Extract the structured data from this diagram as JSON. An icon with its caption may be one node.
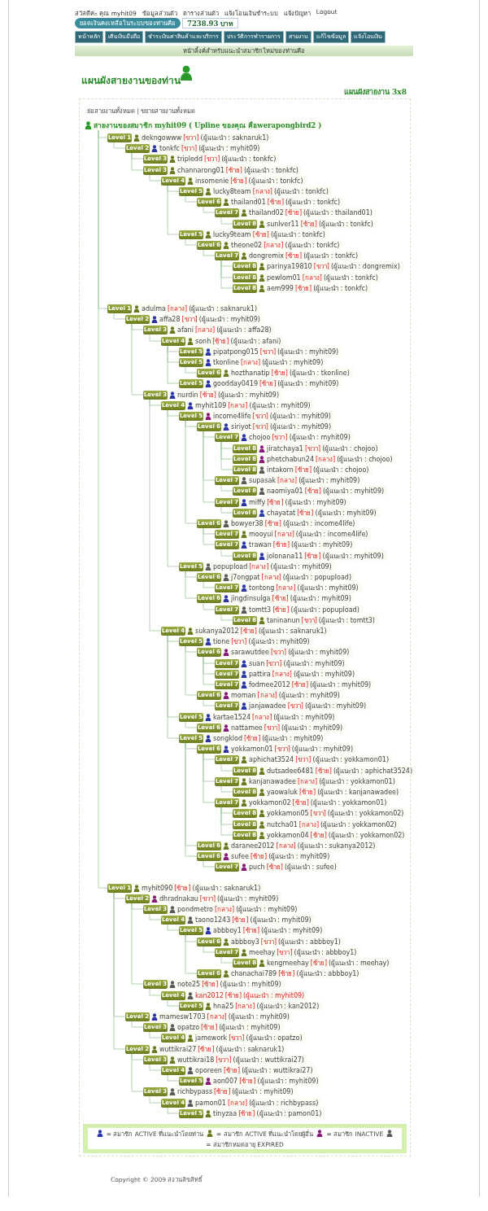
{
  "diagram": {
    "title": "แผนผังสายงานของท่าน",
    "nodes": [
      {
        "text": [
          "สายงานของสมาชิก myhit09 ( Upline ของคุณ คือwerapongbird2 )"
        ]
      },
      {
        "text": [
          "Level 1",
          "dekngowww",
          "[ขวา]",
          "(ผู้แนะนำ : saknaruk1)"
        ]
      },
      {
        "text": [
          "Level 2",
          "tonkfc",
          "[ขวา]",
          "(ผู้แนะนำ : myhit09)"
        ]
      },
      {
        "text": [
          "Level 3",
          "tripledd",
          "[ขวา]",
          "(ผู้แนะนำ : tonkfc)"
        ]
      },
      {
        "text": [
          "Level 3",
          "channarong01",
          "[ซ้าย]",
          "(ผู้แนะนำ : tonkfc)"
        ]
      },
      {
        "text": [
          "Level 4",
          "insomenie",
          "[ซ้าย]",
          "(ผู้แนะนำ : tonkfc)"
        ]
      },
      {
        "text": [
          "Level 5",
          "lucky8team",
          "[กลาง]",
          "(ผู้แนะนำ : tonkfc)"
        ]
      },
      {
        "text": [
          "Level 6",
          "thailand01",
          "[ซ้าย]",
          "(ผู้แนะนำ : tonkfc)"
        ]
      },
      {
        "text": [
          "Level 7",
          "thailand02",
          "[ซ้าย]",
          "(ผู้แนะนำ : thailand01)"
        ]
      },
      {
        "text": [
          "Level 8",
          "sunlver11",
          "[ซ้าย]",
          "(ผู้แนะนำ : tonkfc)"
        ]
      },
      {
        "text": [
          "Level 5",
          "lucky9team",
          "[ซ้าย]",
          "(ผู้แนะนำ : tonkfc)"
        ]
      },
      {
        "text": [
          "Level 6",
          "theone02",
          "[กลาง]",
          "(ผู้แนะนำ : tonkfc)"
        ]
      },
      {
        "text": [
          "Level 7",
          "dongremix",
          "[ซ้าย]",
          "(ผู้แนะนำ : tonkfc)"
        ]
      },
      {
        "text": [
          "Level 8",
          "parinya19810",
          "[ขวา]",
          "(ผู้แนะนำ : dongremix)"
        ]
      },
      {
        "text": [
          "Level 8",
          "pewlom01",
          "[กลาง]",
          "(ผู้แนะนำ : tonkfc)"
        ]
      },
      {
        "text": [
          "Level 8",
          "aem999",
          "[ซ้าย]",
          "(ผู้แนะนำ : tonkfc)"
        ]
      },
      {
        "text": [
          "Level 1",
          "adulma",
          "[กลาง]",
          "(ผู้แนะนำ : saknaruk1)"
        ]
      },
      {
        "text": [
          "Level 2",
          "affa28",
          "[ขวา]",
          "(ผู้แนะนำ : myhit09)"
        ]
      },
      {
        "text": [
          "Level 3",
          "afani",
          "[กลาง]",
          "(ผู้แนะนำ : affa28)"
        ]
      },
      {
        "text": [
          "Level 4",
          "sonh",
          "[ซ้าย]",
          "(ผู้แนะนำ : afani)"
        ]
      },
      {
        "text": [
          "Level 5",
          "pipatpong015",
          "[ขวา]",
          "(ผู้แนะนำ : myhit09)"
        ]
      },
      {
        "text": [
          "Level 5",
          "tkonline",
          "[กลาง]",
          "(ผู้แนะนำ : myhit09)"
        ]
      },
      {
        "text": [
          "Level 6",
          "hozthanatip",
          "[ซ้าย]",
          "(ผู้แนะนำ : tkonline)"
        ]
      },
      {
        "text": [
          "Level 5",
          "goodday0419",
          "[ซ้าย]",
          "(ผู้แนะนำ : myhit09)"
        ]
      },
      {
        "text": [
          "Level 3",
          "nurdin",
          "[ซ้าย]",
          "(ผู้แนะนำ : myhit09)"
        ]
      },
      {
        "text": [
          "Level 4",
          "myhit109",
          "[กลาง]",
          "(ผู้แนะนำ : myhit09)"
        ]
      },
      {
        "text": [
          "Level 5",
          "income4life",
          "[ขวา]",
          "(ผู้แนะนำ : myhit09)"
        ]
      },
      {
        "text": [
          "Level 6",
          "siriyot",
          "[ขวา]",
          "(ผู้แนะนำ : myhit09)"
        ]
      },
      {
        "text": [
          "Level 7",
          "chojoo",
          "[ขวา]",
          "(ผู้แนะนำ : myhit09)"
        ]
      },
      {
        "text": [
          "Level 8",
          "jiratchaya1",
          "[ขวา]",
          "(ผู้แนะนำ : chojoo)"
        ]
      },
      {
        "text": [
          "Level 8",
          "phetchabun24",
          "[กลาง]",
          "(ผู้แนะนำ : chojoo)"
        ]
      },
      {
        "text": [
          "Level 8",
          "intakorn",
          "[ซ้าย]",
          "(ผู้แนะนำ : chojoo)"
        ]
      },
      {
        "text": [
          "Level 7",
          "supasak",
          "[กลาง]",
          "(ผู้แนะนำ : myhit09)"
        ]
      },
      {
        "text": [
          "Level 8",
          "naomiya01",
          "[ซ้าย]",
          "(ผู้แนะนำ : myhit09)"
        ]
      },
      {
        "text": [
          "Level 7",
          "miffy",
          "[ซ้าย]",
          "(ผู้แนะนำ : myhit09)"
        ]
      },
      {
        "text": [
          "Level 8",
          "chayatat",
          "[ซ้าย]",
          "(ผู้แนะนำ : myhit09)"
        ]
      },
      {
        "text": [
          "Level 6",
          "bowyer38",
          "[ซ้าย]",
          "(ผู้แนะนำ : income4life)"
        ]
      },
      {
        "text": [
          "Level 7",
          "mooyui",
          "[กลาง]",
          "(ผู้แนะนำ : income4life)"
        ]
      },
      {
        "text": [
          "Level 7",
          "trawan",
          "[ซ้าย]",
          "(ผู้แนะนำ : myhit09)"
        ]
      },
      {
        "text": [
          "Level 8",
          "jolonana11",
          "[ซ้าย]",
          "(ผู้แนะนำ : myhit09)"
        ]
      },
      {
        "text": [
          "Level 5",
          "popupload",
          "[กลาง]",
          "(ผู้แนะนำ : myhit09)"
        ]
      },
      {
        "text": [
          "Level 6",
          "j7ongpat",
          "[กลาง]",
          "(ผู้แนะนำ : popupload)"
        ]
      },
      {
        "text": [
          "Level 7",
          "tontong",
          "[กลาง]",
          "(ผู้แนะนำ : myhit09)"
        ]
      },
      {
        "text": [
          "Level 6",
          "jingdinsulga",
          "[ซ้าย]",
          "(ผู้แนะนำ : myhit09)"
        ]
      },
      {
        "text": [
          "Level 7",
          "tomtt3",
          "[ซ้าย]",
          "(ผู้แนะนำ : popupload)"
        ]
      },
      {
        "text": [
          "Level 8",
          "taninanun",
          "[ขวา]",
          "(ผู้แนะนำ : tomtt3)"
        ]
      },
      {
        "text": [
          "Level 4",
          "sukanya2012",
          "[ซ้าย]",
          "(ผู้แนะนำ : saknaruk1)"
        ]
      },
      {
        "text": [
          "Level 5",
          "tione",
          "[ขวา]",
          "(ผู้แนะนำ : myhit09)"
        ]
      },
      {
        "text": [
          "Level 6",
          "sarawutdee",
          "[ขวา]",
          "(ผู้แนะนำ : myhit09)"
        ]
      },
      {
        "text": [
          "Level 7",
          "suan",
          "[ขวา]",
          "(ผู้แนะนำ : myhit09)"
        ]
      },
      {
        "text": [
          "Level 7",
          "pattira",
          "[กลาง]",
          "(ผู้แนะนำ : myhit09)"
        ]
      },
      {
        "text": [
          "Level 7",
          "fodmee2012",
          "[ซ้าย]",
          "(ผู้แนะนำ : myhit09)"
        ]
      },
      {
        "text": [
          "Level 6",
          "moman",
          "[กลาง]",
          "(ผู้แนะนำ : myhit09)"
        ]
      },
      {
        "text": [
          "Level 7",
          "janjawadee",
          "[ขวา]",
          "(ผู้แนะนำ : myhit09)"
        ]
      },
      {
        "text": [
          "Level 5",
          "kartae1524",
          "[กลาง]",
          "(ผู้แนะนำ : myhit09)"
        ]
      },
      {
        "text": [
          "Level 6",
          "nattamee",
          "[ขวา]",
          "(ผู้แนะนำ : myhit09)"
        ]
      },
      {
        "text": [
          "Level 5",
          "songklod",
          "[ซ้าย]",
          "(ผู้แนะนำ : myhit09)"
        ]
      },
      {
        "text": [
          "Level 6",
          "yokkamon01",
          "[ขวา]",
          "(ผู้แนะนำ : myhit09)"
        ]
      },
      {
        "text": [
          "Level 7",
          "aphichat3524",
          "[ขวา]",
          "(ผู้แนะนำ : yokkamon01)"
        ]
      },
      {
        "text": [
          "Level 8",
          "dutsadee6481",
          "[ซ้าย]",
          "(ผู้แนะนำ : aphichat3524)"
        ]
      },
      {
        "text": [
          "Level 7",
          "kanjanawadee",
          "[กลาง]",
          "(ผู้แนะนำ : yokkamon01)"
        ]
      },
      {
        "text": [
          "Level 8",
          "yaowaluk",
          "[ซ้าย]",
          "(ผู้แนะนำ : kanjanawadee)"
        ]
      },
      {
        "text": [
          "Level 7",
          "yokkamon02",
          "[ซ้าย]",
          "(ผู้แนะนำ : yokkamon01)"
        ]
      },
      {
        "text": [
          "Level 8",
          "yokkamon05",
          "[ขวา]",
          "(ผู้แนะนำ : yokkamon02)"
        ]
      },
      {
        "text": [
          "Level 8",
          "nutcha01",
          "[กลาง]",
          "(ผู้แนะนำ : yokkamon02)"
        ]
      },
      {
        "text": [
          "Level 8",
          "yokkamon04",
          "[ซ้าย]",
          "(ผู้แนะนำ : yokkamon02)"
        ]
      },
      {
        "text": [
          "Level 6",
          "daranee2012",
          "[กลาง]",
          "(ผู้แนะนำ : sukanya2012)"
        ]
      },
      {
        "text": [
          "Level 6",
          "sufee",
          "[ซ้าย]",
          "(ผู้แนะนำ : myhit09)"
        ]
      },
      {
        "text": [
          "Level 7",
          "puch",
          "[ซ้าย]",
          "(ผู้แนะนำ : sufee)"
        ]
      },
      {
        "text": [
          "Level 1",
          "myhit090",
          "[ซ้าย]",
          "(ผู้แนะนำ : saknaruk1)"
        ]
      },
      {
        "text": [
          "Level 2",
          "dhradnakau",
          "[ขวา]",
          "(ผู้แนะนำ : myhit09)"
        ]
      },
      {
        "text": [
          "Level 3",
          "pondmetro",
          "[กลาง]",
          "(ผู้แนะนำ : myhit09)"
        ]
      },
      {
        "text": [
          "Level 4",
          "taono1243",
          "[ซ้าย]",
          "(ผู้แนะนำ : myhit09)"
        ]
      },
      {
        "text": [
          "Level 5",
          "abbboy1",
          "[ซ้าย]",
          "(ผู้แนะนำ : myhit09)"
        ]
      },
      {
        "text": [
          "Level 6",
          "abbboy3",
          "[ขวา]",
          "(ผู้แนะนำ : abbboy1)"
        ]
      },
      {
        "text": [
          "Level 7",
          "meehay",
          "[ขวา]",
          "(ผู้แนะนำ : abbboy1)"
        ]
      },
      {
        "text": [
          "Level 8",
          "kengmeehay",
          "[ซ้าย]",
          "(ผู้แนะนำ : meehay)"
        ]
      },
      {
        "text": [
          "Level 6",
          "chanachai789",
          "[ซ้าย]",
          "(ผู้แนะนำ : abbboy1)"
        ]
      },
      {
        "text": [
          "Level 3",
          "note25",
          "[ซ้าย]",
          "(ผู้แนะนำ : myhit09)"
        ]
      },
      {
        "text": [
          "Level 4",
          "kan2012",
          "[ซ้าย]",
          "(ผู้แนะนำ : myhit09)"
        ]
      },
      {
        "text": [
          "Level 5",
          "hna25",
          "[กลาง]",
          "(ผู้แนะนำ : kan2012)"
        ]
      },
      {
        "text": [
          "Level 2",
          "mamesw1703",
          "[กลาง]",
          "(ผู้แนะนำ : myhit09)"
        ]
      },
      {
        "text": [
          "Level 3",
          "opatzo",
          "[ซ้าย]",
          "(ผู้แนะนำ : myhit09)"
        ]
      },
      {
        "text": [
          "Level 4",
          "jamework",
          "[ขวา]",
          "(ผู้แนะนำ : opatzo)"
        ]
      },
      {
        "text": [
          "Level 2",
          "wuttikrai27",
          "[ซ้าย]",
          "(ผู้แนะนำ : saknaruk1)"
        ]
      },
      {
        "text": [
          "Level 3",
          "wuttikrai18",
          "[ขวา]",
          "(ผู้แนะนำ : wuttikrai27)"
        ]
      },
      {
        "text": [
          "Level 4",
          "oporeen",
          "[ซ้าย]",
          "(ผู้แนะนำ : wuttikrai27)"
        ]
      },
      {
        "text": [
          "Level 5",
          "aon007",
          "[ซ้าย]",
          "(ผู้แนะนำ : myhit09)"
        ]
      },
      {
        "text": [
          "Level 3",
          "richbypass",
          "[ซ้าย]",
          "(ผู้แนะนำ : myhit09)"
        ]
      },
      {
        "text": [
          "Level 4",
          "pamon01",
          "[กลาง]",
          "(ผู้แนะนำ : richbypass)"
        ]
      },
      {
        "text": [
          "Level 5",
          "tinyzaa",
          "[ซ้าย]",
          "(ผู้แนะนำ : pamon01)"
        ]
      }
    ],
    "edges": [
      {
        "from": 0,
        "to": 1,
        "arrow": "none"
      },
      {
        "from": 1,
        "to": 2,
        "arrow": "none"
      },
      {
        "from": 2,
        "to": 3,
        "arrow": "none"
      },
      {
        "from": 2,
        "to": 4,
        "arrow": "none"
      },
      {
        "from": 4,
        "to": 5,
        "arrow": "none"
      },
      {
        "from": 5,
        "to": 6,
        "arrow": "none"
      },
      {
        "from": 6,
        "to": 7,
        "arrow": "none"
      },
      {
        "from": 7,
        "to": 8,
        "arrow": "none"
      },
      {
        "from": 8,
        "to": 9,
        "arrow": "none"
      },
      {
        "from": 5,
        "to": 10,
        "arrow": "none"
      },
      {
        "from": 10,
        "to": 11,
        "arrow": "none"
      },
      {
        "from": 11,
        "to": 12,
        "arrow": "none"
      },
      {
        "from": 12,
        "to": 13,
        "arrow": "none"
      },
      {
        "from": 12,
        "to": 14,
        "arrow": "none"
      },
      {
        "from": 12,
        "to": 15,
        "arrow": "none"
      },
      {
        "from": 0,
        "to": 16,
        "arrow": "none"
      },
      {
        "from": 16,
        "to": 17,
        "arrow": "none"
      },
      {
        "from": 17,
        "to": 18,
        "arrow": "none"
      },
      {
        "from": 18,
        "to": 19,
        "arrow": "none"
      },
      {
        "from": 19,
        "to": 20,
        "arrow": "none"
      },
      {
        "from": 19,
        "to": 21,
        "arrow": "none"
      },
      {
        "from": 21,
        "to": 22,
        "arrow": "none"
      },
      {
        "from": 19,
        "to": 23,
        "arrow": "none"
      },
      {
        "from": 17,
        "to": 24,
        "arrow": "none"
      },
      {
        "from": 24,
        "to": 25,
        "arrow": "none"
      },
      {
        "from": 25,
        "to": 26,
        "arrow": "none"
      },
      {
        "from": 26,
        "to": 27,
        "arrow": "none"
      },
      {
        "from": 27,
        "to": 28,
        "arrow": "none"
      },
      {
        "from": 28,
        "to": 29,
        "arrow": "none"
      },
      {
        "from": 28,
        "to": 30,
        "arrow": "none"
      },
      {
        "from": 28,
        "to": 31,
        "arrow": "none"
      },
      {
        "from": 27,
        "to": 32,
        "arrow": "none"
      },
      {
        "from": 32,
        "to": 33,
        "arrow": "none"
      },
      {
        "from": 27,
        "to": 34,
        "arrow": "none"
      },
      {
        "from": 34,
        "to": 35,
        "arrow": "none"
      },
      {
        "from": 26,
        "to": 36,
        "arrow": "none"
      },
      {
        "from": 36,
        "to": 37,
        "arrow": "none"
      },
      {
        "from": 36,
        "to": 38,
        "arrow": "none"
      },
      {
        "from": 38,
        "to": 39,
        "arrow": "none"
      },
      {
        "from": 25,
        "to": 40,
        "arrow": "none"
      },
      {
        "from": 40,
        "to": 41,
        "arrow": "none"
      },
      {
        "from": 41,
        "to": 42,
        "arrow": "none"
      },
      {
        "from": 40,
        "to": 43,
        "arrow": "none"
      },
      {
        "from": 43,
        "to": 44,
        "arrow": "none"
      },
      {
        "from": 44,
        "to": 45,
        "arrow": "none"
      },
      {
        "from": 24,
        "to": 46,
        "arrow": "none"
      },
      {
        "from": 46,
        "to": 47,
        "arrow": "none"
      },
      {
        "from": 47,
        "to": 48,
        "arrow": "none"
      },
      {
        "from": 48,
        "to": 49,
        "arrow": "none"
      },
      {
        "from": 48,
        "to": 50,
        "arrow": "none"
      },
      {
        "from": 48,
        "to": 51,
        "arrow": "none"
      },
      {
        "from": 47,
        "to": 52,
        "arrow": "none"
      },
      {
        "from": 52,
        "to": 53,
        "arrow": "none"
      },
      {
        "from": 46,
        "to": 54,
        "arrow": "none"
      },
      {
        "from": 54,
        "to": 55,
        "arrow": "none"
      },
      {
        "from": 46,
        "to": 56,
        "arrow": "none"
      },
      {
        "from": 56,
        "to": 57,
        "arrow": "none"
      },
      {
        "from": 57,
        "to": 58,
        "arrow": "none"
      },
      {
        "from": 58,
        "to": 59,
        "arrow": "none"
      },
      {
        "from": 57,
        "to": 60,
        "arrow": "none"
      },
      {
        "from": 60,
        "to": 61,
        "arrow": "none"
      },
      {
        "from": 57,
        "to": 62,
        "arrow": "none"
      },
      {
        "from": 62,
        "to": 63,
        "arrow": "none"
      },
      {
        "from": 62,
        "to": 64,
        "arrow": "none"
      },
      {
        "from": 62,
        "to": 65,
        "arrow": "none"
      },
      {
        "from": 56,
        "to": 66,
        "arrow": "none"
      },
      {
        "from": 56,
        "to": 67,
        "arrow": "none"
      },
      {
        "from": 67,
        "to": 68,
        "arrow": "none"
      },
      {
        "from": 0,
        "to": 69,
        "arrow": "none"
      },
      {
        "from": 69,
        "to": 70,
        "arrow": "none"
      },
      {
        "from": 70,
        "to": 71,
        "arrow": "none"
      },
      {
        "from": 71,
        "to": 72,
        "arrow": "none"
      },
      {
        "from": 72,
        "to": 73,
        "arrow": "none"
      },
      {
        "from": 73,
        "to": 74,
        "arrow": "none"
      },
      {
        "from": 74,
        "to": 75,
        "arrow": "none"
      },
      {
        "from": 75,
        "to": 76,
        "arrow": "none"
      },
      {
        "from": 73,
        "to": 77,
        "arrow": "none"
      },
      {
        "from": 70,
        "to": 78,
        "arrow": "none"
      },
      {
        "from": 78,
        "to": 79,
        "arrow": "none"
      },
      {
        "from": 79,
        "to": 80,
        "arrow": "none"
      },
      {
        "from": 69,
        "to": 81,
        "arrow": "none"
      },
      {
        "from": 81,
        "to": 82,
        "arrow": "none"
      },
      {
        "from": 82,
        "to": 83,
        "arrow": "none"
      },
      {
        "from": 69,
        "to": 84,
        "arrow": "none"
      },
      {
        "from": 84,
        "to": 85,
        "arrow": "none"
      },
      {
        "from": 85,
        "to": 86,
        "arrow": "none"
      },
      {
        "from": 86,
        "to": 87,
        "arrow": "none"
      },
      {
        "from": 84,
        "to": 88,
        "arrow": "none"
      },
      {
        "from": 88,
        "to": 89,
        "arrow": "none"
      },
      {
        "from": 89,
        "to": 90,
        "arrow": "none"
      }
    ],
    "labels": [
      "สวัสดีค่ะ คุณ myhit09",
      "ข้อมูลส่วนตัว",
      "ตารางส่วนตัว",
      "แจ้งโอนเงินชำระบบ",
      "แจ้งปัญหา",
      "Logout",
      "ยอดเงินคงเหลือในระบบของท่านคือ",
      "7238.93 บาท",
      "หน้าหลัก",
      "เติมเงินมือถือ",
      "ชำระเงินค่าสินค้าและบริการ",
      "ประวัติการทำรายการ",
      "สายงาน",
      "แก้ไขข้อมูล",
      "แจ้งโอนเงิน",
      "หน้าลิ้งค์สำหรับแนะนำสมาชิกใหม่ของท่านคือ",
      "แผนผังสายงาน 3x8",
      "ย่อสายงานทั้งหมด | ขยายสายงานทั้งหมด",
      "Copyright © 2009 สงวนลิขสิทธิ์"
    ],
    "legend": [
      {
        "text": "= สมาชิก ACTIVE ที่แนะนำโดยท่าน"
      },
      {
        "text": "= สมาชิก ACTIVE ที่แนะนำโดยผู้อื่น"
      },
      {
        "text": "= สมาชิก INACTIVE"
      },
      {
        "text": "= สมาชิกหมดอายุ EXPIRED"
      }
    ]
  }
}
